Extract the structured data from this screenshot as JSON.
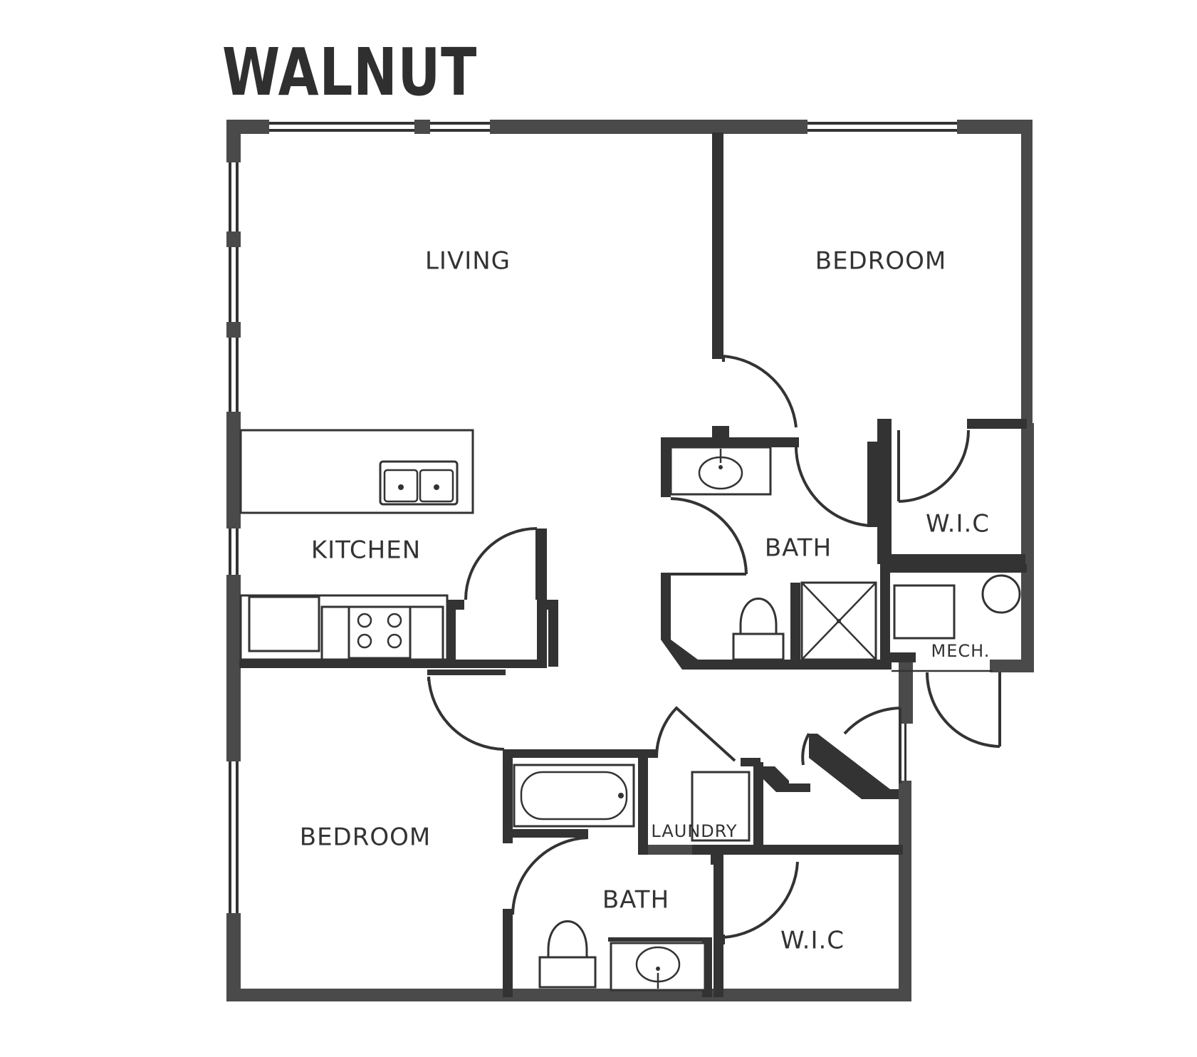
{
  "plan": {
    "name": "WALNUT",
    "colors": {
      "wall": "#333333",
      "background": "#ffffff"
    }
  },
  "rooms": {
    "living": "LIVING",
    "bedroom_primary": "BEDROOM",
    "wic_primary": "W.I.C",
    "bath_primary": "BATH",
    "kitchen": "KITCHEN",
    "mech": "MECH.",
    "laundry": "LAUNDRY",
    "bedroom_secondary": "BEDROOM",
    "bath_secondary": "BATH",
    "wic_secondary": "W.I.C"
  },
  "icons": [
    "door-swing-icon",
    "sink-icon",
    "toilet-icon",
    "shower-icon",
    "bathtub-icon",
    "range-icon",
    "double-sink-icon",
    "washer-dryer-icon",
    "water-heater-icon"
  ]
}
